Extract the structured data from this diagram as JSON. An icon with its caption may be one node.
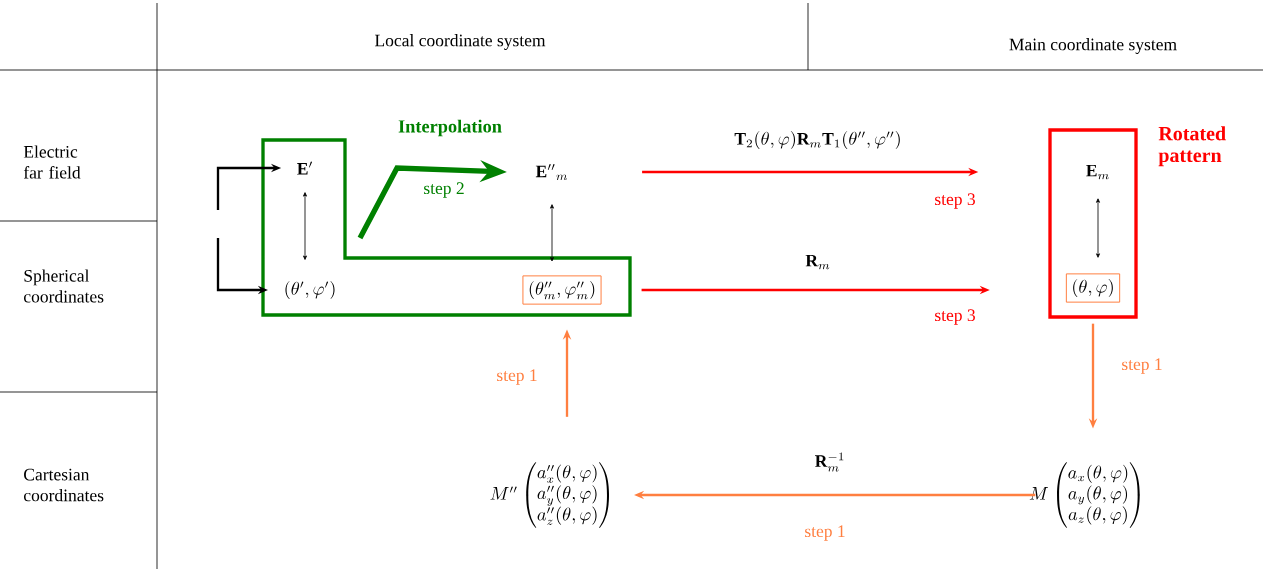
{
  "diagram": {
    "nodes": [
      {
        "text": [],
        "shape": "box"
      },
      {
        "text": [
          "\\mathbf{E}'"
        ],
        "in": 0
      },
      {
        "text": [
          "(\\theta',\\varphi')"
        ],
        "in": 0
      },
      {
        "text": [
          "(\\theta''_m,\\varphi''_m)"
        ],
        "in": 0
      },
      {
        "text": [
          "\\mathbf{E}''{}_m"
        ]
      },
      {
        "text": [
          "Rotated pattern"
        ]
      },
      {
        "text": [
          "\\mathbf{E}_m"
        ],
        "in": 5
      },
      {
        "text": [
          "(\\theta,\\varphi)"
        ],
        "in": 5
      },
      {
        "text": [
          "M''\\begin{pmatrix}a''_x(\\theta,\\varphi)\\\\a''_y(\\theta,\\varphi)\\\\a''_z(\\theta,\\varphi)\\end{pmatrix}"
        ]
      },
      {
        "text": [
          "M\\begin{pmatrix}a_x(\\theta,\\varphi)\\\\a_y(\\theta,\\varphi)\\\\a_z(\\theta,\\varphi)\\end{pmatrix}"
        ]
      }
    ],
    "edges": [
      {
        "from": null,
        "to": 1,
        "arrow": "to"
      },
      {
        "from": null,
        "to": 2,
        "arrow": "to"
      },
      {
        "from": 1,
        "to": 2,
        "arrow": "both"
      },
      {
        "from": 0,
        "to": 4,
        "arrow": "to",
        "label": "step 2",
        "style": "thick",
        "color": "#008000"
      },
      {
        "from": 4,
        "to": 3,
        "arrow": "both"
      },
      {
        "from": 4,
        "to": 5,
        "arrow": "to",
        "label": "\\mathbf{T}_2(\\theta,\\varphi)\\mathbf{R}_m\\mathbf{T}_1(\\theta'',\\varphi'')",
        "color": "#ff0000"
      },
      {
        "from": 3,
        "to": 7,
        "arrow": "to",
        "label": "\\mathbf{R}_m",
        "color": "#ff0000"
      },
      {
        "from": 6,
        "to": 7,
        "arrow": "both"
      },
      {
        "from": 5,
        "to": 9,
        "arrow": "to",
        "label": "step 1",
        "color": "#ff7f40"
      },
      {
        "from": 9,
        "to": 8,
        "arrow": "to",
        "label": "\\mathbf{R}_m^{-1}",
        "color": "#ff7f40"
      },
      {
        "from": 8,
        "to": 0,
        "arrow": "to",
        "label": "step 1",
        "color": "#ff7f40"
      }
    ],
    "labels": [
      "Local coordinate system",
      "Main coordinate system",
      "Electric far field",
      "Spherical coordinates",
      "Cartesian coordinates",
      "Interpolation",
      "step 3",
      "step 3",
      "step 1"
    ]
  }
}
